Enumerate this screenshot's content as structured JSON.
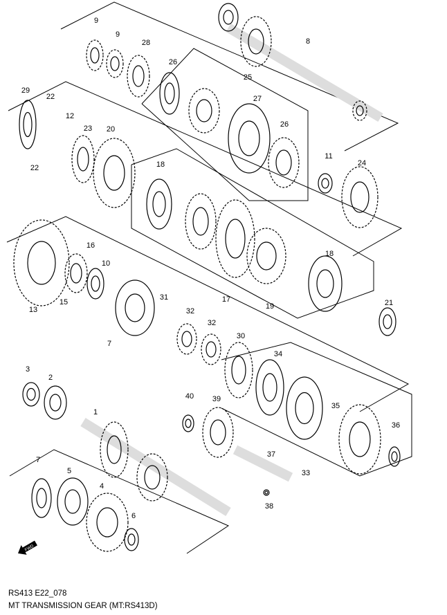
{
  "diagram": {
    "part_numbers": [
      "9",
      "9",
      "28",
      "26",
      "25",
      "27",
      "8",
      "29",
      "22",
      "12",
      "23",
      "20",
      "26",
      "11",
      "24",
      "22",
      "18",
      "16",
      "10",
      "15",
      "13",
      "17",
      "19",
      "18",
      "21",
      "31",
      "32",
      "32",
      "7",
      "30",
      "34",
      "3",
      "2",
      "40",
      "39",
      "35",
      "36",
      "1",
      "37",
      "33",
      "7",
      "5",
      "4",
      "6",
      "38"
    ],
    "fwd_label": "FWD"
  },
  "caption": {
    "code": "RS413 E22_078",
    "title": "MT TRANSMISSION GEAR (MT:RS413D)"
  }
}
